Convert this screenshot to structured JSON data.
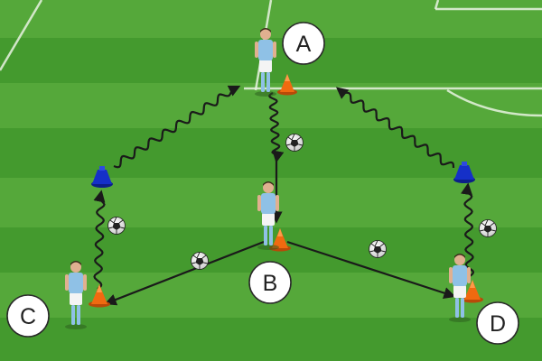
{
  "colors": {
    "stripe_light": "#55a83a",
    "stripe_dark": "#449a2e",
    "pitch_line": "#e9f3e2",
    "orange_cone": "#f06a10",
    "blue_marker": "#1530c8",
    "arrow": "#1a1a1a",
    "shirt": "#8fc1e6",
    "shorts": "#f4f4f4",
    "socks": "#8fc1e6",
    "skin": "#e0b090",
    "hair": "#3a2a1a",
    "label_fill": "#ffffff",
    "label_stroke": "#2a2a2a"
  },
  "labels": [
    {
      "id": "A",
      "text": "A"
    },
    {
      "id": "B",
      "text": "B"
    },
    {
      "id": "C",
      "text": "C"
    },
    {
      "id": "D",
      "text": "D"
    }
  ],
  "players": [
    {
      "station": "A",
      "facing": "front"
    },
    {
      "station": "B",
      "facing": "front"
    },
    {
      "station": "C",
      "facing": "front"
    },
    {
      "station": "D",
      "facing": "front"
    }
  ],
  "cones": [
    {
      "station": "A",
      "color": "orange",
      "icon": "cone-icon"
    },
    {
      "station": "B",
      "color": "orange",
      "icon": "cone-icon"
    },
    {
      "station": "C",
      "color": "orange",
      "icon": "cone-icon"
    },
    {
      "station": "D",
      "color": "orange",
      "icon": "cone-icon"
    },
    {
      "station": "left-marker",
      "color": "blue",
      "icon": "disc-marker-icon"
    },
    {
      "station": "right-marker",
      "color": "blue",
      "icon": "disc-marker-icon"
    }
  ],
  "balls": [
    {
      "near": "A-B",
      "icon": "ball-icon"
    },
    {
      "near": "left-marker",
      "icon": "ball-icon"
    },
    {
      "near": "B-C",
      "icon": "ball-icon"
    },
    {
      "near": "B-D",
      "icon": "ball-icon"
    },
    {
      "near": "right-marker",
      "icon": "ball-icon"
    }
  ],
  "movements": [
    {
      "from": "A",
      "to": "B",
      "kind": "dribble"
    },
    {
      "from": "B",
      "to": "C",
      "kind": "pass"
    },
    {
      "from": "B",
      "to": "D",
      "kind": "pass"
    },
    {
      "from": "C",
      "to": "left-marker",
      "kind": "dribble"
    },
    {
      "from": "left-marker",
      "to": "A",
      "kind": "dribble"
    },
    {
      "from": "D",
      "to": "right-marker",
      "kind": "dribble"
    },
    {
      "from": "right-marker",
      "to": "A",
      "kind": "dribble"
    }
  ]
}
